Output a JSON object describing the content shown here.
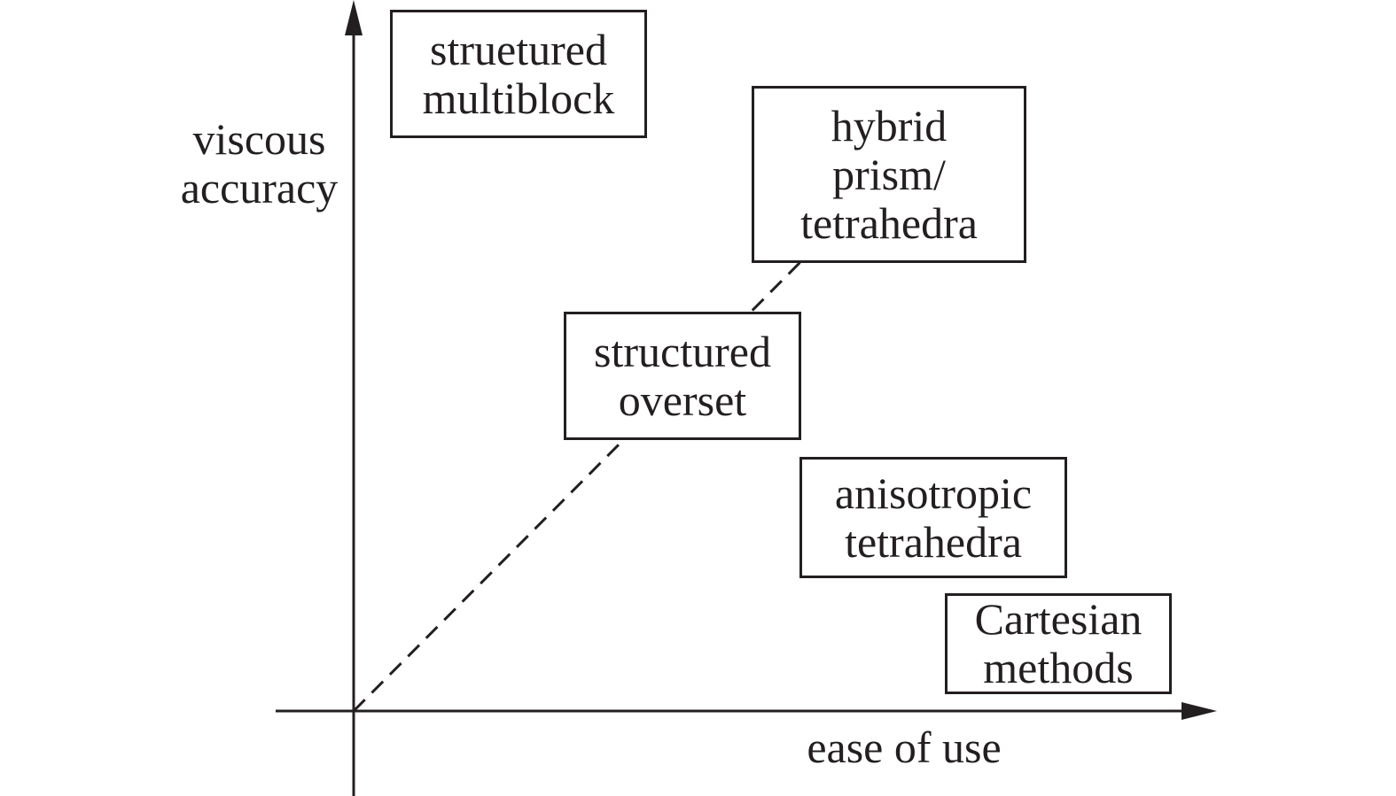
{
  "axes": {
    "y_label": [
      "viscous",
      "accuracy"
    ],
    "x_label": "ease of use"
  },
  "boxes": {
    "structured_multiblock": [
      "struetured",
      "multiblock"
    ],
    "hybrid_prism_tetrahedra": [
      "hybrid",
      "prism/",
      "tetrahedra"
    ],
    "structured_overset": [
      "structured",
      "overset"
    ],
    "anisotropic_tetrahedra": [
      "anisotropic",
      "tetrahedra"
    ],
    "cartesian_methods": [
      "Cartesian",
      "methods"
    ]
  },
  "colors": {
    "ink": "#231f20",
    "background": "#ffffff"
  }
}
